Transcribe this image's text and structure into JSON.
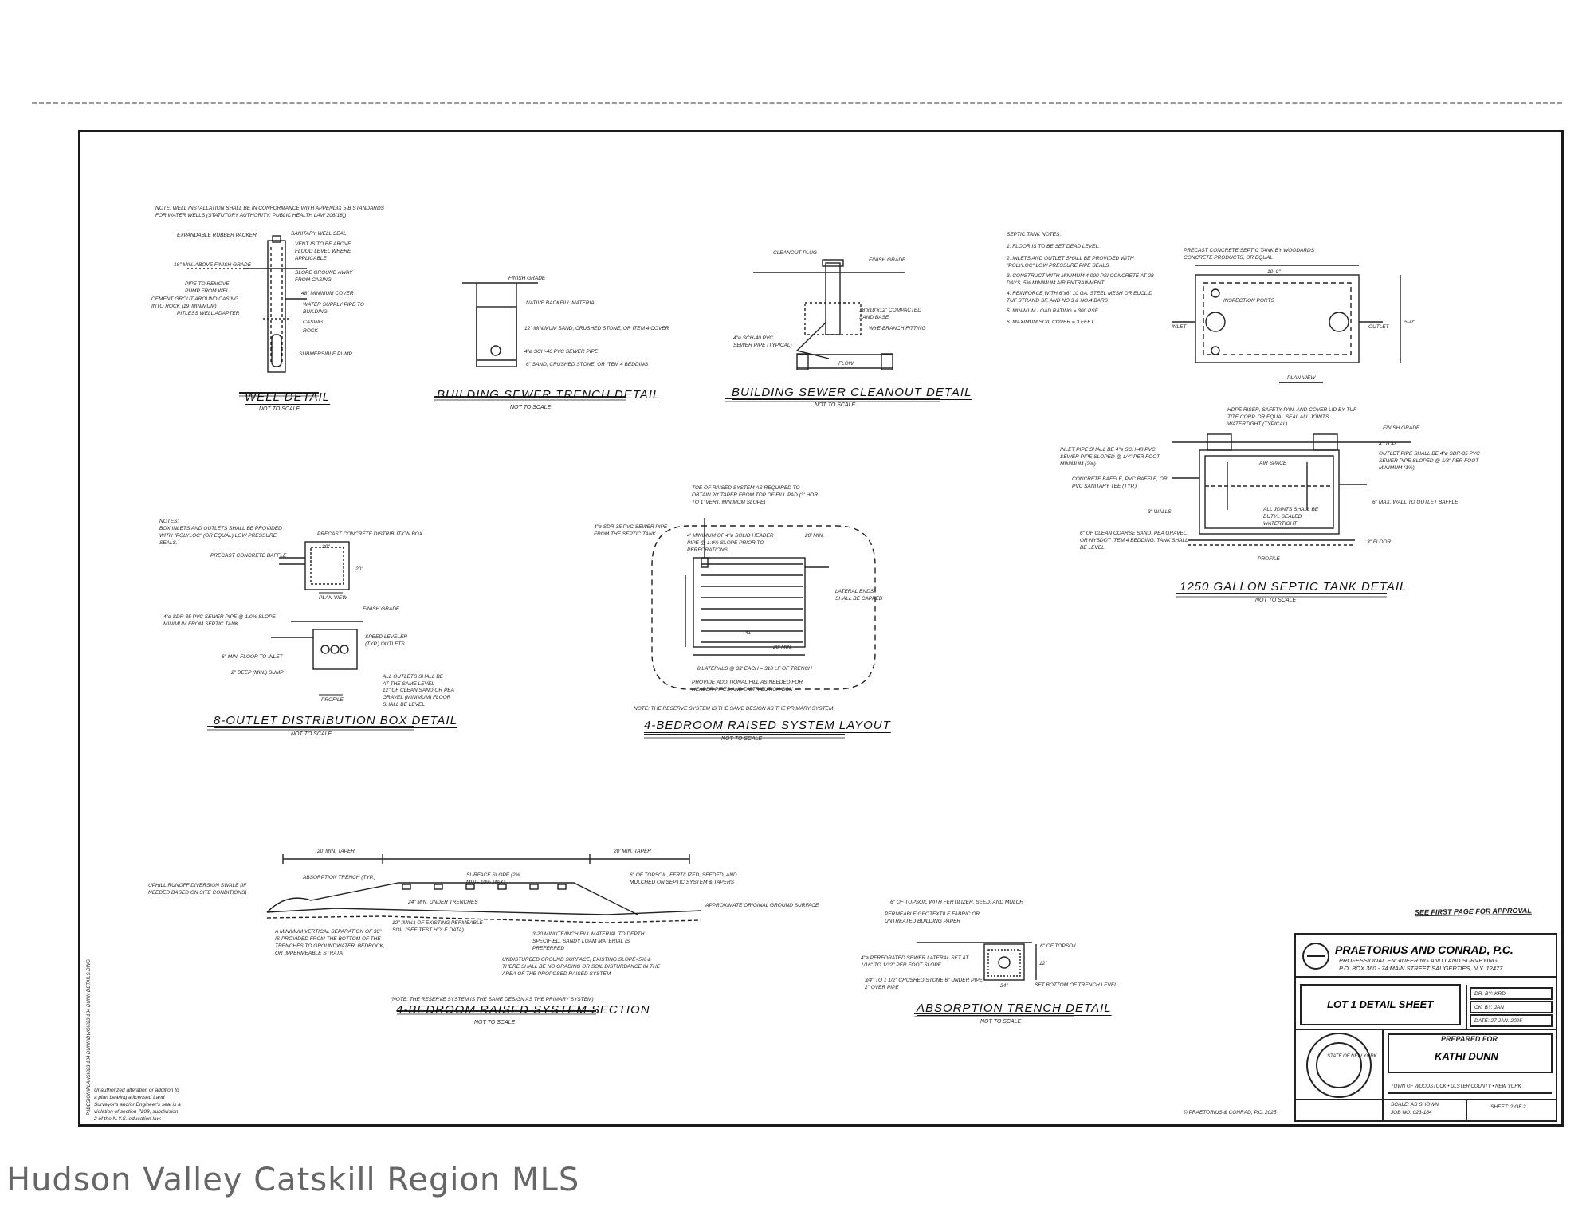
{
  "details": {
    "well": {
      "title": "WELL DETAIL",
      "scale": "NOT TO SCALE",
      "note": "NOTE: WELL INSTALLATION SHALL BE IN CONFORMANCE WITH APPENDIX 5-B STANDARDS\nFOR WATER WELLS (STATUTORY AUTHORITY: PUBLIC HEALTH LAW 206(18))",
      "labels": [
        "EXPANDABLE RUBBER PACKER",
        "SANITARY WELL SEAL",
        "VENT IS TO BE ABOVE FLOOD LEVEL WHERE APPLICABLE",
        "18\" MIN. ABOVE FINISH GRADE",
        "SLOPE GROUND AWAY FROM CASING",
        "PIPE TO REMOVE PUMP FROM WELL",
        "48\" MINIMUM COVER",
        "CEMENT GROUT AROUND CASING INTO ROCK (19' MINIMUM)",
        "PITLESS WELL ADAPTER",
        "WATER SUPPLY PIPE TO BUILDING",
        "CASING",
        "ROCK",
        "SUBMERSIBLE PUMP"
      ]
    },
    "sewer_trench": {
      "title": "BUILDING SEWER TRENCH DETAIL",
      "scale": "NOT TO SCALE",
      "labels": [
        "FINISH GRADE",
        "NATIVE BACKFILL MATERIAL",
        "12\" MINIMUM SAND, CRUSHED STONE, OR ITEM 4 COVER",
        "4\"ø SCH-40 PVC SEWER PIPE",
        "6\" SAND, CRUSHED STONE, OR ITEM 4 BEDDING"
      ]
    },
    "cleanout": {
      "title": "BUILDING SEWER CLEANOUT DETAIL",
      "scale": "NOT TO SCALE",
      "labels": [
        "CLEANOUT PLUG",
        "FINISH GRADE",
        "18\"x18\"x12\" COMPACTED SAND BASE",
        "WYE-BRANCH FITTING",
        "4\"ø SCH-40 PVC SEWER PIPE (TYPICAL)",
        "FLOW"
      ]
    },
    "septic_tank": {
      "title": "1250 GALLON SEPTIC TANK DETAIL",
      "scale": "NOT TO SCALE",
      "notes_title": "SEPTIC TANK NOTES:",
      "notes": [
        "1. FLOOR IS TO BE SET DEAD LEVEL.",
        "2. INLETS AND OUTLET SHALL BE PROVIDED WITH \"POLYLOC\" LOW PRESSURE PIPE SEALS.",
        "3. CONSTRUCT WITH MINIMUM 4,000 PSI CONCRETE AT 28 DAYS, 5% MINIMUM AIR ENTRAINMENT",
        "4. REINFORCE WITH 6\"x6\" 10 GA. STEEL MESH OR EUCLID TUF STRAND SF, AND NO.3 & NO.4 BARS",
        "5. MINIMUM LOAD RATING = 300 PSF",
        "6. MAXIMUM SOIL COVER = 3 FEET"
      ],
      "labels": [
        "PRECAST CONCRETE SEPTIC TANK BY WOODARDS CONCRETE PRODUCTS, OR EQUAL",
        "10'-0\"",
        "INSPECTION PORTS",
        "INLET",
        "OUTLET",
        "5'-0\"",
        "PLAN VIEW",
        "HDPE RISER, SAFETY PAN, AND COVER LID BY TUF-TITE CORP. OR EQUAL SEAL ALL JOINTS WATERTIGHT (TYPICAL)",
        "FINISH GRADE",
        "INLET PIPE SHALL BE 4\"ø SCH-40 PVC SEWER PIPE SLOPED @ 1/4\" PER FOOT MINIMUM (2%)",
        "4\" TOP",
        "OUTLET PIPE SHALL BE 4\"ø SDR-35 PVC SEWER PIPE SLOPED @ 1/8\" PER FOOT MINIMUM (1%)",
        "CONCRETE BAFFLE, PVC BAFFLE, OR PVC SANITARY TEE (TYP.)",
        "AIR SPACE",
        "3\" WALLS",
        "ALL JOINTS SHALL BE BUTYL SEALED WATERTIGHT",
        "6\" MAX. WALL TO OUTLET BAFFLE",
        "6\" OF CLEAN COARSE SAND, PEA GRAVEL, OR NYSDOT ITEM 4 BEDDING. TANK SHALL BE LEVEL",
        "3\" FLOOR",
        "PROFILE"
      ]
    },
    "dbox": {
      "title": "8-OUTLET DISTRIBUTION BOX DETAIL",
      "scale": "NOT TO SCALE",
      "note": "NOTES:\nBOX INLETS AND OUTLETS SHALL BE PROVIDED\nWITH \"POLYLOC\" (OR EQUAL) LOW PRESSURE\nSEALS.",
      "labels": [
        "PRECAST CONCRETE DISTRIBUTION BOX",
        "PRECAST CONCRETE BAFFLE",
        "30\"",
        "20\"",
        "PLAN VIEW",
        "4\"ø SDR-35 PVC SEWER PIPE @ 1.0% SLOPE MINIMUM FROM SEPTIC TANK",
        "FINISH GRADE",
        "SPEED LEVELER (TYP.) OUTLETS",
        "6\" MIN. FLOOR TO INLET",
        "2\" DEEP (MIN.) SUMP",
        "ALL OUTLETS SHALL BE AT THE SAME LEVEL",
        "12\" OF CLEAN SAND OR PEA GRAVEL (MINIMUM) FLOOR SHALL BE LEVEL",
        "PROFILE"
      ]
    },
    "raised_layout": {
      "title": "4-BEDROOM RAISED SYSTEM LAYOUT",
      "scale": "NOT TO SCALE",
      "note": "NOTE: THE RESERVE SYSTEM IS THE SAME DESIGN AS THE PRIMARY SYSTEM",
      "labels": [
        "TOE OF RAISED SYSTEM AS REQUIRED TO OBTAIN 20' TAPER FROM TOP OF FILL PAD (3' HOR. TO 1' VERT. MINIMUM SLOPE)",
        "4\"ø SDR-35 PVC SEWER PIPE FROM THE SEPTIC TANK",
        "4' MINIMUM OF 4\"ø SOLID HEADER PIPE @ 1.0% SLOPE PRIOR TO PERFORATIONS",
        "20' MIN.",
        "LATERAL ENDS SHALL BE CAPPED",
        "8 LATERALS @ 33' EACH = 318 LF OF TRENCH",
        "PROVIDE ADDITIONAL FILL AS NEEDED FOR HEADER PIPES AND DISTRIBUTION BOX",
        "41'",
        "20' MIN."
      ]
    },
    "raised_section": {
      "title": "4-BEDROOM RAISED SYSTEM SECTION",
      "scale": "NOT TO SCALE",
      "note": "(NOTE: THE RESERVE SYSTEM IS THE SAME DESIGN AS THE PRIMARY SYSTEM)",
      "labels": [
        "20' MIN. TAPER",
        "20' MIN. TAPER",
        "ABSORPTION TRENCH (TYP.)",
        "SURFACE SLOPE (2% MIN - 10% MAX)",
        "6\" OF TOPSOIL, FERTILIZED, SEEDED, AND MULCHED ON SEPTIC SYSTEM & TAPERS",
        "UPHILL RUNOFF DIVERSION SWALE (IF NEEDED BASED ON SITE CONDITIONS)",
        "APPROXIMATE ORIGINAL GROUND SURFACE",
        "24\" MIN. UNDER TRENCHES",
        "A MINIMUM VERTICAL SEPARATION OF 36\" IS PROVIDED FROM THE BOTTOM OF THE TRENCHES TO GROUNDWATER, BEDROCK, OR IMPERMEABLE STRATA",
        "12\" (MIN.) OF EXISTING PERMEABLE SOIL (SEE TEST HOLE DATA)",
        "3-20 MINUTE/INCH FILL MATERIAL TO DEPTH SPECIFIED. SANDY LOAM MATERIAL IS PREFERRED",
        "UNDISTURBED GROUND SURFACE, EXISTING SLOPE<5% & THERE SHALL BE NO GRADING OR SOIL DISTURBANCE IN THE AREA OF THE PROPOSED RAISED SYSTEM"
      ]
    },
    "absorption": {
      "title": "ABSORPTION TRENCH DETAIL",
      "scale": "NOT TO SCALE",
      "labels": [
        "6\" OF TOPSOIL WITH FERTILIZER, SEED, AND MULCH",
        "PERMEABLE GEOTEXTILE FABRIC OR UNTREATED BUILDING PAPER",
        "6\" OF TOPSOIL",
        "4\"ø PERFORATED SEWER LATERAL SET AT 1/16\" TO 1/32\" PER FOOT SLOPE",
        "12\"",
        "3/4\" TO 1 1/2\" CRUSHED STONE 6\" UNDER PIPE, 2\" OVER PIPE",
        "24\"",
        "SET BOTTOM OF TRENCH LEVEL"
      ]
    }
  },
  "title_block": {
    "stamp_note": "SEE FIRST PAGE FOR APPROVAL",
    "firm": "PRAETORIUS AND CONRAD, P.C.",
    "firm_sub1": "PROFESSIONAL ENGINEERING AND LAND SURVEYING",
    "firm_sub2": "P.O. BOX 360 - 74 MAIN STREET SAUGERTIES, N.Y. 12477",
    "sheet_title": "LOT 1 DETAIL SHEET",
    "dr_by": "DR. BY:  KRD",
    "ck_by": "CK. BY:  JAN",
    "date": "DATE:  27 JAN. 2025",
    "prepared_for": "PREPARED FOR",
    "client": "KATHI DUNN",
    "town": "TOWN OF WOODSTOCK • ULSTER COUNTY • NEW YORK",
    "scale": "SCALE:  AS SHOWN",
    "job_no": "JOB NO.  023-184",
    "sheet": "SHEET:  2  OF  2",
    "copyright": "© PRAETORIUS & CONRAD, P.C. 2025",
    "seal_text": "STATE OF NEW YORK",
    "unauthorized": "Unauthorized alteration or addition to\na plan bearing a licensed Land\nSurveyor's and/or Engineer's seal is a\nviolation of section 7209, subdivision\n2 of the N.Y.S. education law.",
    "file_path": "P:\\DESIGN\\PLANS\\023-184 DUNN\\DWG\\023-184 DUNN DETAILS.DWG"
  },
  "watermark": "Hudson Valley Catskill Region MLS"
}
